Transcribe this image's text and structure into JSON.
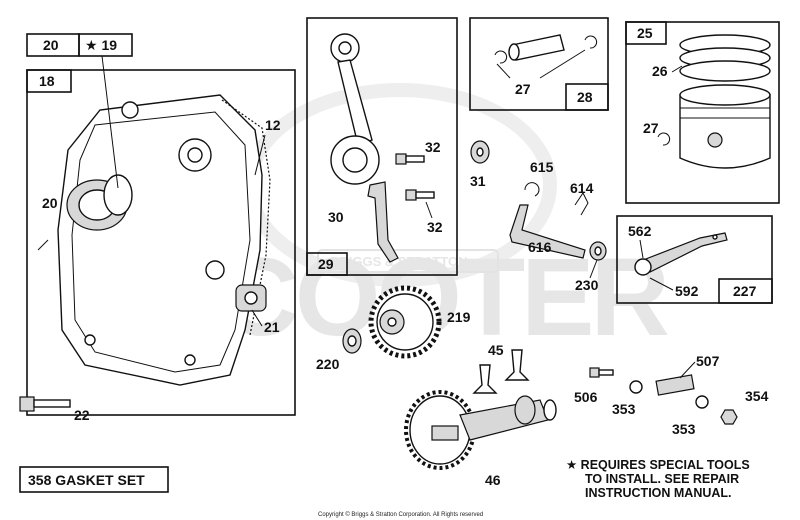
{
  "callouts": {
    "c18": "18",
    "c20box": "20",
    "c19box": "★ 19",
    "c12": "12",
    "c20": "20",
    "c21": "21",
    "c22": "22",
    "c29": "29",
    "c30": "30",
    "c32a": "32",
    "c32b": "32",
    "c31": "31",
    "c27a": "27",
    "c28": "28",
    "c25": "25",
    "c26": "26",
    "c27b": "27",
    "c615": "615",
    "c614": "614",
    "c616": "616",
    "c230": "230",
    "c562": "562",
    "c592": "592",
    "c227": "227",
    "c219": "219",
    "c220": "220",
    "c45": "45",
    "c507": "507",
    "c506": "506",
    "c353a": "353",
    "c354": "354",
    "c353b": "353",
    "c46": "46"
  },
  "gasket_set": "358 GASKET SET",
  "note": {
    "line1": "★ REQUIRES SPECIAL TOOLS",
    "line2": "TO INSTALL.  SEE REPAIR",
    "line3": "INSTRUCTION MANUAL."
  },
  "copyright": "Copyright © Briggs & Stratton Corporation. All Rights reserved",
  "watermark": {
    "word": "SCOOTER",
    "badge": "BRIGGS & STRATTON"
  }
}
